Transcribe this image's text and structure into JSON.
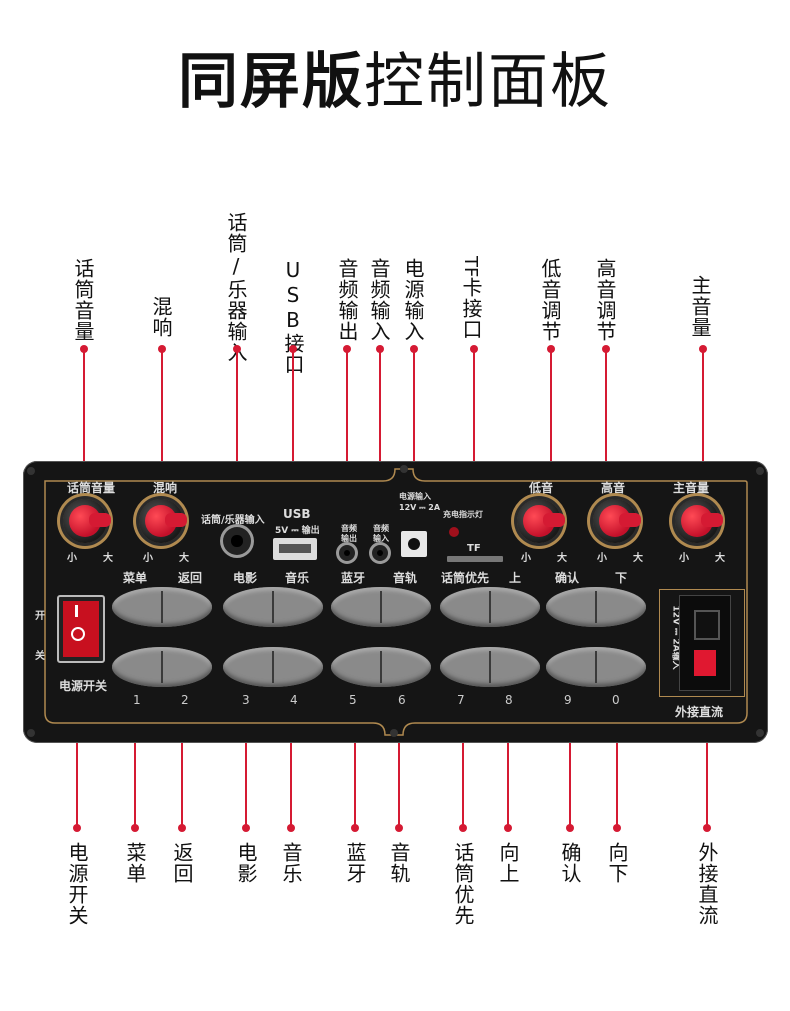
{
  "title": {
    "bold": "同屏版",
    "light": "控制面板"
  },
  "top_labels": [
    {
      "id": "mic-volume",
      "text": "话筒音量"
    },
    {
      "id": "echo",
      "text": "混响"
    },
    {
      "id": "mic-instrument-input",
      "text": "话筒/乐器输入"
    },
    {
      "id": "usb-port",
      "text": "USB接口"
    },
    {
      "id": "audio-output",
      "text": "音频输出"
    },
    {
      "id": "audio-input",
      "text": "音频输入"
    },
    {
      "id": "power-input",
      "text": "电源输入"
    },
    {
      "id": "tf-card",
      "text_tf": "TF",
      "text_rest": "卡接口"
    },
    {
      "id": "bass",
      "text": "低音调节"
    },
    {
      "id": "treble",
      "text": "高音调节"
    },
    {
      "id": "master-volume",
      "text": "主音量"
    }
  ],
  "bottom_labels": [
    {
      "id": "power-switch",
      "text": "电源开关"
    },
    {
      "id": "menu",
      "text": "菜单"
    },
    {
      "id": "back",
      "text": "返回"
    },
    {
      "id": "movie",
      "text": "电影"
    },
    {
      "id": "music",
      "text": "音乐"
    },
    {
      "id": "bluetooth",
      "text": "蓝牙"
    },
    {
      "id": "track",
      "text": "音轨"
    },
    {
      "id": "mic-priority",
      "text": "话筒优先"
    },
    {
      "id": "up",
      "text": "向上"
    },
    {
      "id": "confirm",
      "text": "确认"
    },
    {
      "id": "down",
      "text": "向下"
    },
    {
      "id": "external-dc",
      "text": "外接直流"
    }
  ],
  "panel": {
    "knob_mic": "话筒音量",
    "knob_echo": "混响",
    "knob_bass": "低音",
    "knob_treble": "高音",
    "knob_master": "主音量",
    "min": "小",
    "max": "大",
    "mic_input": "话筒/乐器输入",
    "usb": "USB",
    "usb_out": "5V ⎓ 输出",
    "audio_out_1": "音频",
    "audio_out_2": "输出",
    "audio_in_1": "音频",
    "audio_in_2": "输入",
    "power_in": "电源输入",
    "power_spec": "12V ⎓ 2A",
    "charge_led": "充电指示灯",
    "tf": "TF",
    "on": "开",
    "off": "关",
    "power_switch": "电源开关",
    "dc_spec": "12V ⎓ 2A输入",
    "dc_label": "外接直流",
    "btn_top": [
      "菜单",
      "返回",
      "电影",
      "音乐",
      "蓝牙",
      "音轨",
      "话筒优先",
      "上",
      "确认",
      "下"
    ],
    "btn_nums": [
      "1",
      "2",
      "3",
      "4",
      "5",
      "6",
      "7",
      "8",
      "9",
      "0"
    ]
  },
  "colors": {
    "accent_red": "#d51a33",
    "panel": "#151515",
    "gold": "#b08a50",
    "button": "#8a8a8a"
  }
}
